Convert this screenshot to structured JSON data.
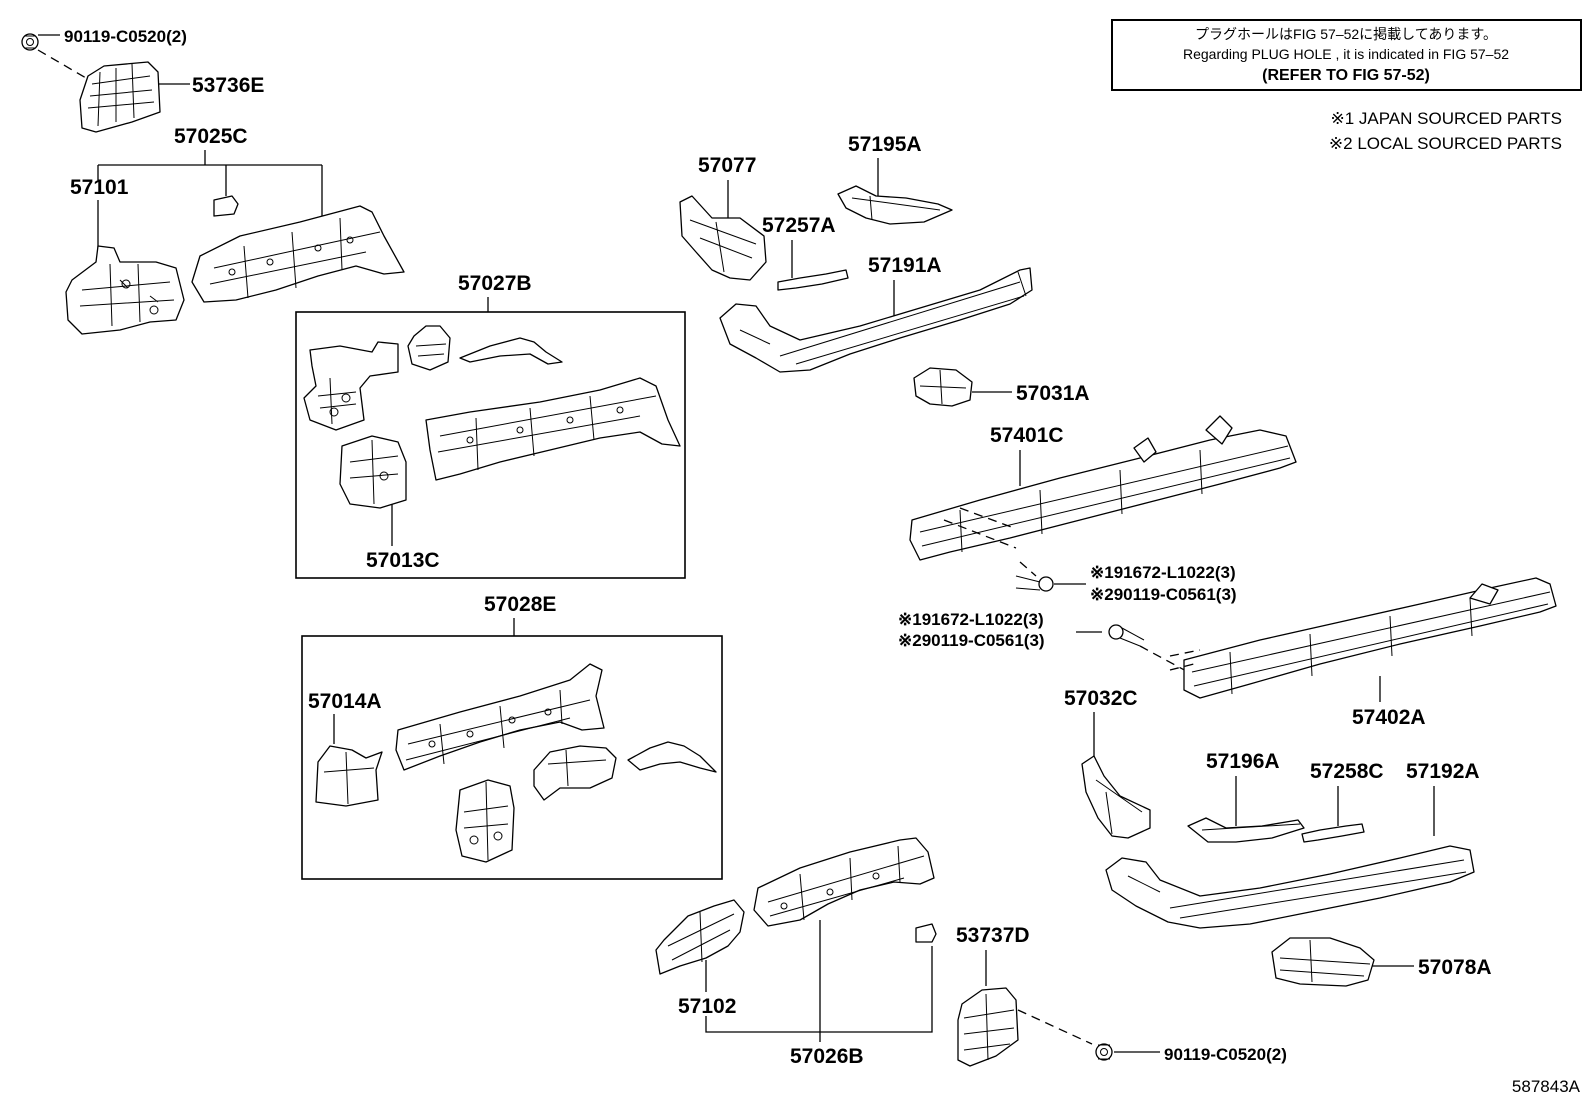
{
  "note": {
    "line1": "プラグホールはFIG 57–52に掲載してあります。",
    "line2": "Regarding PLUG HOLE , it is indicated in FIG 57–52",
    "line3": "(REFER TO FIG 57-52)"
  },
  "legend": {
    "item1": "※1 JAPAN SOURCED PARTS",
    "item2": "※2 LOCAL SOURCED PARTS"
  },
  "labels": {
    "p90119_top": "90119-C0520(2)",
    "p53736E": "53736E",
    "p57025C": "57025C",
    "p57101": "57101",
    "p57027B": "57027B",
    "p57013C": "57013C",
    "p57028E": "57028E",
    "p57014A": "57014A",
    "p57077": "57077",
    "p57195A": "57195A",
    "p57257A": "57257A",
    "p57191A": "57191A",
    "p57031A": "57031A",
    "p57401C": "57401C",
    "bolt_a1": "※191672-L1022(3)",
    "bolt_a2": "※290119-C0561(3)",
    "bolt_b1": "※191672-L1022(3)",
    "bolt_b2": "※290119-C0561(3)",
    "p57402A": "57402A",
    "p57032C": "57032C",
    "p57196A": "57196A",
    "p57258C": "57258C",
    "p57192A": "57192A",
    "p57078A": "57078A",
    "p53737D": "53737D",
    "p57102": "57102",
    "p57026B": "57026B",
    "p90119_bottom": "90119-C0520(2)"
  },
  "figure_id": "587843A"
}
